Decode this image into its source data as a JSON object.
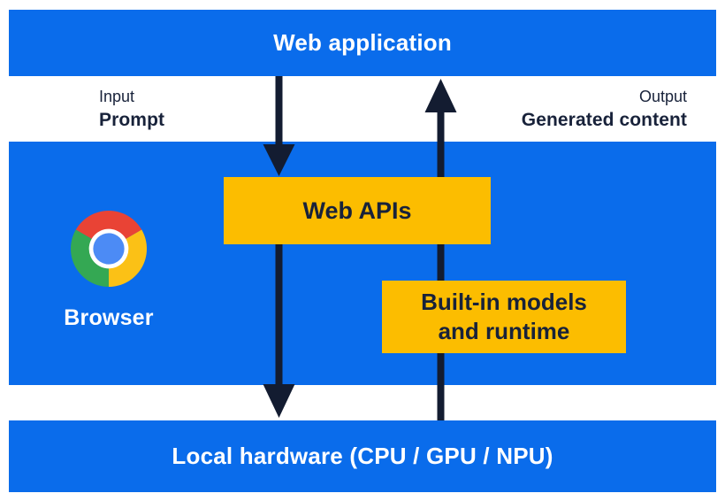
{
  "top_bar": {
    "label": "Web application"
  },
  "flow_labels": {
    "input_caption": "Input",
    "input_label": "Prompt",
    "output_caption": "Output",
    "output_label": "Generated content"
  },
  "browser": {
    "label": "Browser",
    "icon": "chrome-icon"
  },
  "boxes": {
    "web_apis": "Web APIs",
    "builtin_line1": "Built-in models",
    "builtin_line2": "and runtime"
  },
  "bottom_bar": {
    "label": "Local hardware (CPU / GPU / NPU)"
  },
  "arrows": {
    "down": "prompt-flow-from-web-application-to-local-hardware",
    "up": "generated-content-flow-from-local-hardware-to-web-application"
  },
  "colors": {
    "panel_blue": "#0A6CEB",
    "box_yellow": "#FCBD00",
    "text_navy": "#18223A",
    "arrow_navy": "#131C31",
    "bar_text": "#FFFFFF",
    "chrome_red": "#E94335",
    "chrome_yellow": "#FBC116",
    "chrome_green": "#34A853",
    "chrome_blue": "#4C8BF5"
  }
}
